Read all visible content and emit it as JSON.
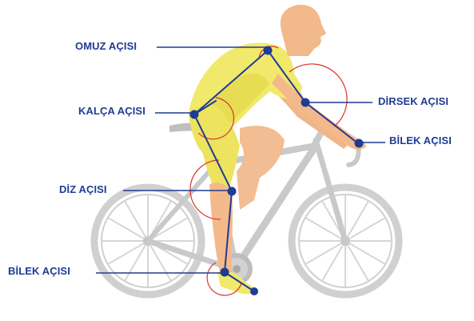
{
  "labels": {
    "shoulder": "OMUZ AÇISI",
    "hip": "KALÇA AÇISI",
    "knee": "DİZ AÇISI",
    "ankle": "BİLEK AÇISI",
    "elbow": "DİRSEK AÇISI",
    "wrist": "BİLEK AÇISI"
  },
  "colors": {
    "label_text": "#1f3c94",
    "leader_line": "#1f3c94",
    "joint_dot": "#1f3c94",
    "angle_arc": "#d9332b",
    "jersey": "#f2ea6a",
    "jersey_shadow": "#e4d94e",
    "skin": "#f4b98a",
    "bike_frame": "#c9c9c9",
    "wheel": "#cfcfcf"
  },
  "icons": {
    "cyclist": "cyclist-figure",
    "bicycle": "road-bicycle"
  }
}
